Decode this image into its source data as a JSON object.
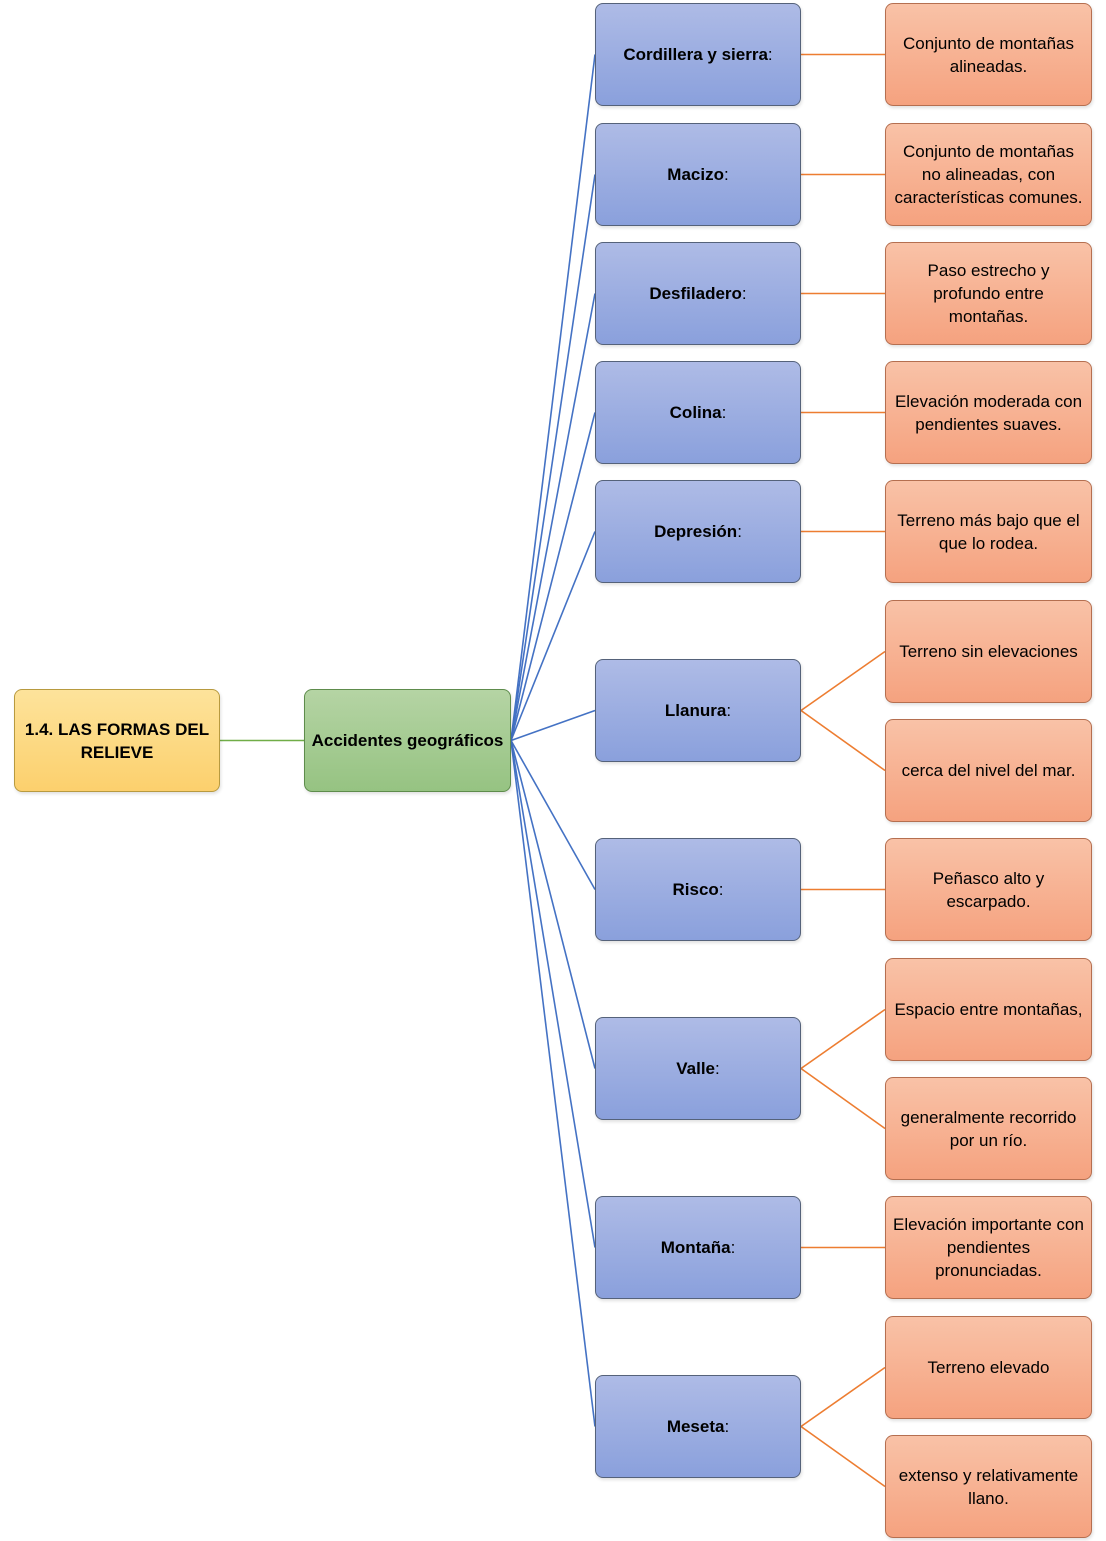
{
  "root": {
    "label": "1.4. LAS FORMAS DEL RELIEVE"
  },
  "mid": {
    "label": "Accidentes geográficos"
  },
  "colors": {
    "root_line": "#70ad47",
    "blue_line": "#4472c4",
    "orange_line": "#ed7d31"
  },
  "categories": [
    {
      "label": "Cordillera y sierra",
      "suffix": ":",
      "definitions": [
        "Conjunto de montañas alineadas."
      ]
    },
    {
      "label": "Macizo",
      "suffix": ":",
      "definitions": [
        "Conjunto de montañas no alineadas, con características comunes."
      ]
    },
    {
      "label": "Desfiladero",
      "suffix": ":",
      "definitions": [
        "Paso estrecho y profundo entre montañas."
      ]
    },
    {
      "label": "Colina",
      "suffix": ":",
      "definitions": [
        "Elevación moderada con pendientes suaves."
      ]
    },
    {
      "label": "Depresión",
      "suffix": ":",
      "definitions": [
        "Terreno más bajo que el que lo rodea."
      ]
    },
    {
      "label": "Llanura",
      "suffix": ":",
      "definitions": [
        "Terreno sin elevaciones",
        "cerca del nivel del mar."
      ]
    },
    {
      "label": "Risco",
      "suffix": ":",
      "definitions": [
        "Peñasco alto y escarpado."
      ]
    },
    {
      "label": "Valle",
      "suffix": ":",
      "definitions": [
        "Espacio entre montañas,",
        "generalmente recorrido por un río."
      ]
    },
    {
      "label": "Montaña",
      "suffix": ":",
      "definitions": [
        "Elevación importante con pendientes pronunciadas."
      ]
    },
    {
      "label": "Meseta",
      "suffix": ":",
      "definitions": [
        "Terreno elevado",
        "extenso y relativamente llano."
      ]
    }
  ]
}
